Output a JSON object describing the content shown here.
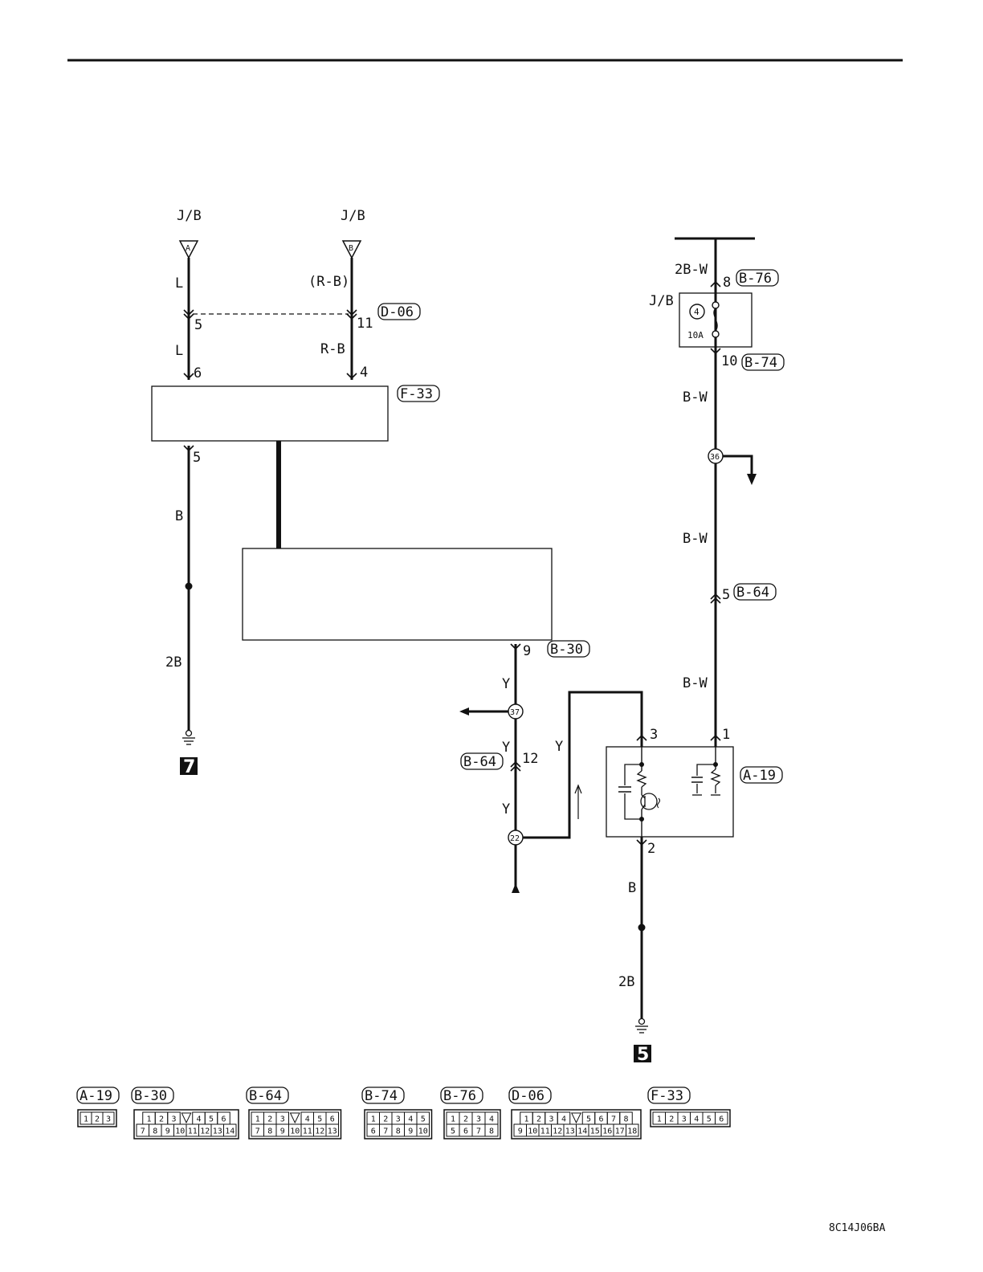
{
  "source_labels": {
    "left": "J/B",
    "right": "J/B"
  },
  "terminal_symbols": {
    "a": "A",
    "b": "B"
  },
  "fuse": {
    "junction_label": "J/B",
    "number": "4",
    "rating": "10A"
  },
  "connector_tags": {
    "d06": "D-06",
    "f33": "F-33",
    "b30": "B-30",
    "b64_right": "B-64",
    "b64_left": "B-64",
    "b74": "B-74",
    "b76": "B-76",
    "a19": "A-19"
  },
  "wire_colors": {
    "l_top": "L",
    "rb_top": "(R-B)",
    "l_mid": "L",
    "rb_mid": "R-B",
    "b_left": "B",
    "twob_left": "2B",
    "twobw_top": "2B-W",
    "bw_1": "B-W",
    "bw_2": "B-W",
    "bw_3": "B-W",
    "y_1": "Y",
    "y_2": "Y",
    "y_3": "Y",
    "y_feed": "Y",
    "b_bottom": "B",
    "twob_bottom": "2B"
  },
  "pins": {
    "left_5": "5",
    "d06_11": "11",
    "left_6": "6",
    "right_4": "4",
    "f33_5": "5",
    "b76_8": "8",
    "b74_10": "10",
    "b64_5": "5",
    "b30_9": "9",
    "b64_12": "12",
    "a19_3": "3",
    "a19_1": "1",
    "a19_2": "2"
  },
  "splices": {
    "s36": "36",
    "s37": "37",
    "s22": "22"
  },
  "grounds": {
    "left": "7",
    "right": "5"
  },
  "connector_faces": [
    {
      "tag": "A-19",
      "rows": [
        [
          "1",
          "2",
          "3"
        ]
      ]
    },
    {
      "tag": "B-30",
      "rows": [
        [
          "1",
          "2",
          "3",
          "",
          "4",
          "5",
          "6"
        ],
        [
          "7",
          "8",
          "9",
          "10",
          "11",
          "12",
          "13",
          "14"
        ]
      ]
    },
    {
      "tag": "B-64",
      "rows": [
        [
          "1",
          "2",
          "3",
          "",
          "4",
          "5",
          "6"
        ],
        [
          "7",
          "8",
          "9",
          "10",
          "11",
          "12",
          "13"
        ]
      ]
    },
    {
      "tag": "B-74",
      "rows": [
        [
          "1",
          "2",
          "3",
          "4",
          "5"
        ],
        [
          "6",
          "7",
          "8",
          "9",
          "10"
        ]
      ]
    },
    {
      "tag": "B-76",
      "rows": [
        [
          "1",
          "2",
          "3",
          "4"
        ],
        [
          "5",
          "6",
          "7",
          "8"
        ]
      ]
    },
    {
      "tag": "D-06",
      "rows": [
        [
          "1",
          "2",
          "3",
          "4",
          "",
          "5",
          "6",
          "7",
          "8"
        ],
        [
          "9",
          "10",
          "11",
          "12",
          "13",
          "14",
          "15",
          "16",
          "17",
          "18"
        ]
      ]
    },
    {
      "tag": "F-33",
      "rows": [
        [
          "1",
          "2",
          "3",
          "4",
          "5",
          "6"
        ]
      ]
    }
  ],
  "figure_code": "8C14J06BA"
}
